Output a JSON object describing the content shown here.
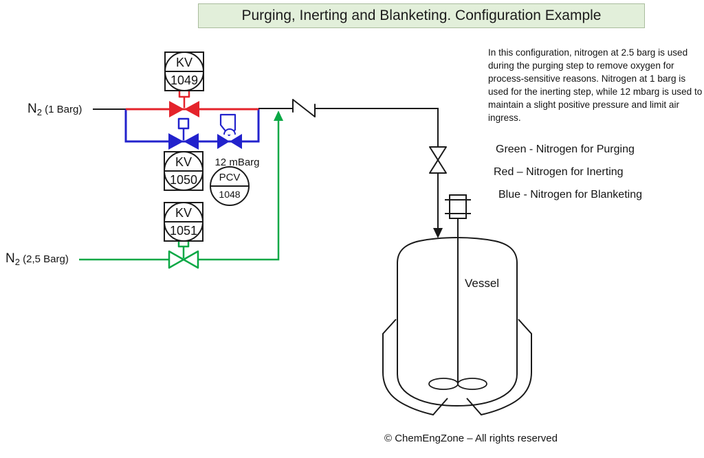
{
  "title": "Purging, Inerting and Blanketing. Configuration Example",
  "sources": {
    "n2_1barg": {
      "gas": "N",
      "sub": "2",
      "pressure": " (1 Barg)"
    },
    "n2_25barg": {
      "gas": "N",
      "sub": "2",
      "pressure": " (2,5 Barg)"
    }
  },
  "instruments": {
    "kv1049": {
      "tag": "KV",
      "number": "1049"
    },
    "kv1050": {
      "tag": "KV",
      "number": "1050"
    },
    "kv1051": {
      "tag": "KV",
      "number": "1051"
    },
    "pcv1048": {
      "tag": "PCV",
      "number": "1048",
      "setpoint": "12 mBarg"
    }
  },
  "vessel": {
    "label": "Vessel"
  },
  "description": "In this configuration, nitrogen at 2.5 barg is used during the purging step to remove oxygen for process-sensitive reasons. Nitrogen at 1 barg is used for the inerting step, while 12 mbarg is used to maintain a slight positive pressure and limit air ingress.",
  "legend": {
    "items": [
      {
        "label": "Green - Nitrogen for Purging"
      },
      {
        "label": "Red – Nitrogen for Inerting"
      },
      {
        "label": "Blue - Nitrogen for Blanketing"
      }
    ]
  },
  "footer": "© ChemEngZone – All rights reserved",
  "colors": {
    "purging_green": "#0AA845",
    "inerting_red": "#E4232B",
    "blanketing_blue": "#2222CC",
    "pipe_black": "#1A1A1A",
    "title_bg": "#E2EFDA"
  }
}
